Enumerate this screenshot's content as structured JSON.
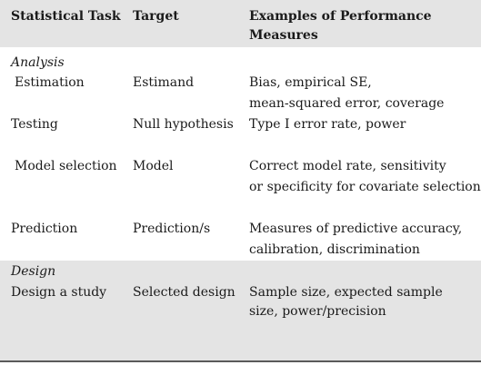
{
  "header": {
    "col1": "Statistical Task",
    "col2": "Target",
    "col3_line1": "Examples of Performance",
    "col3_line2": "Measures"
  },
  "sections": {
    "analysis": "Analysis",
    "design": "Design"
  },
  "rows": {
    "estimation": {
      "task": "Estimation",
      "target": "Estimand",
      "examples_line1": "Bias, empirical SE,",
      "examples_line2": "mean-squared error, coverage"
    },
    "testing": {
      "task": "Testing",
      "target": "Null hypothesis",
      "examples_line1": "Type I error rate, power"
    },
    "model_selection": {
      "task": "Model selection",
      "target": "Model",
      "examples_line1": "Correct model rate, sensitivity",
      "examples_line2": "or specificity for covariate selection"
    },
    "prediction": {
      "task": "Prediction",
      "target": "Prediction/s",
      "examples_line1": "Measures of predictive accuracy,",
      "examples_line2": "calibration, discrimination"
    },
    "design_study": {
      "task": "Design a study",
      "target": "Selected design",
      "examples_line1": "Sample size, expected sample",
      "examples_line2": "size, power/precision"
    }
  }
}
